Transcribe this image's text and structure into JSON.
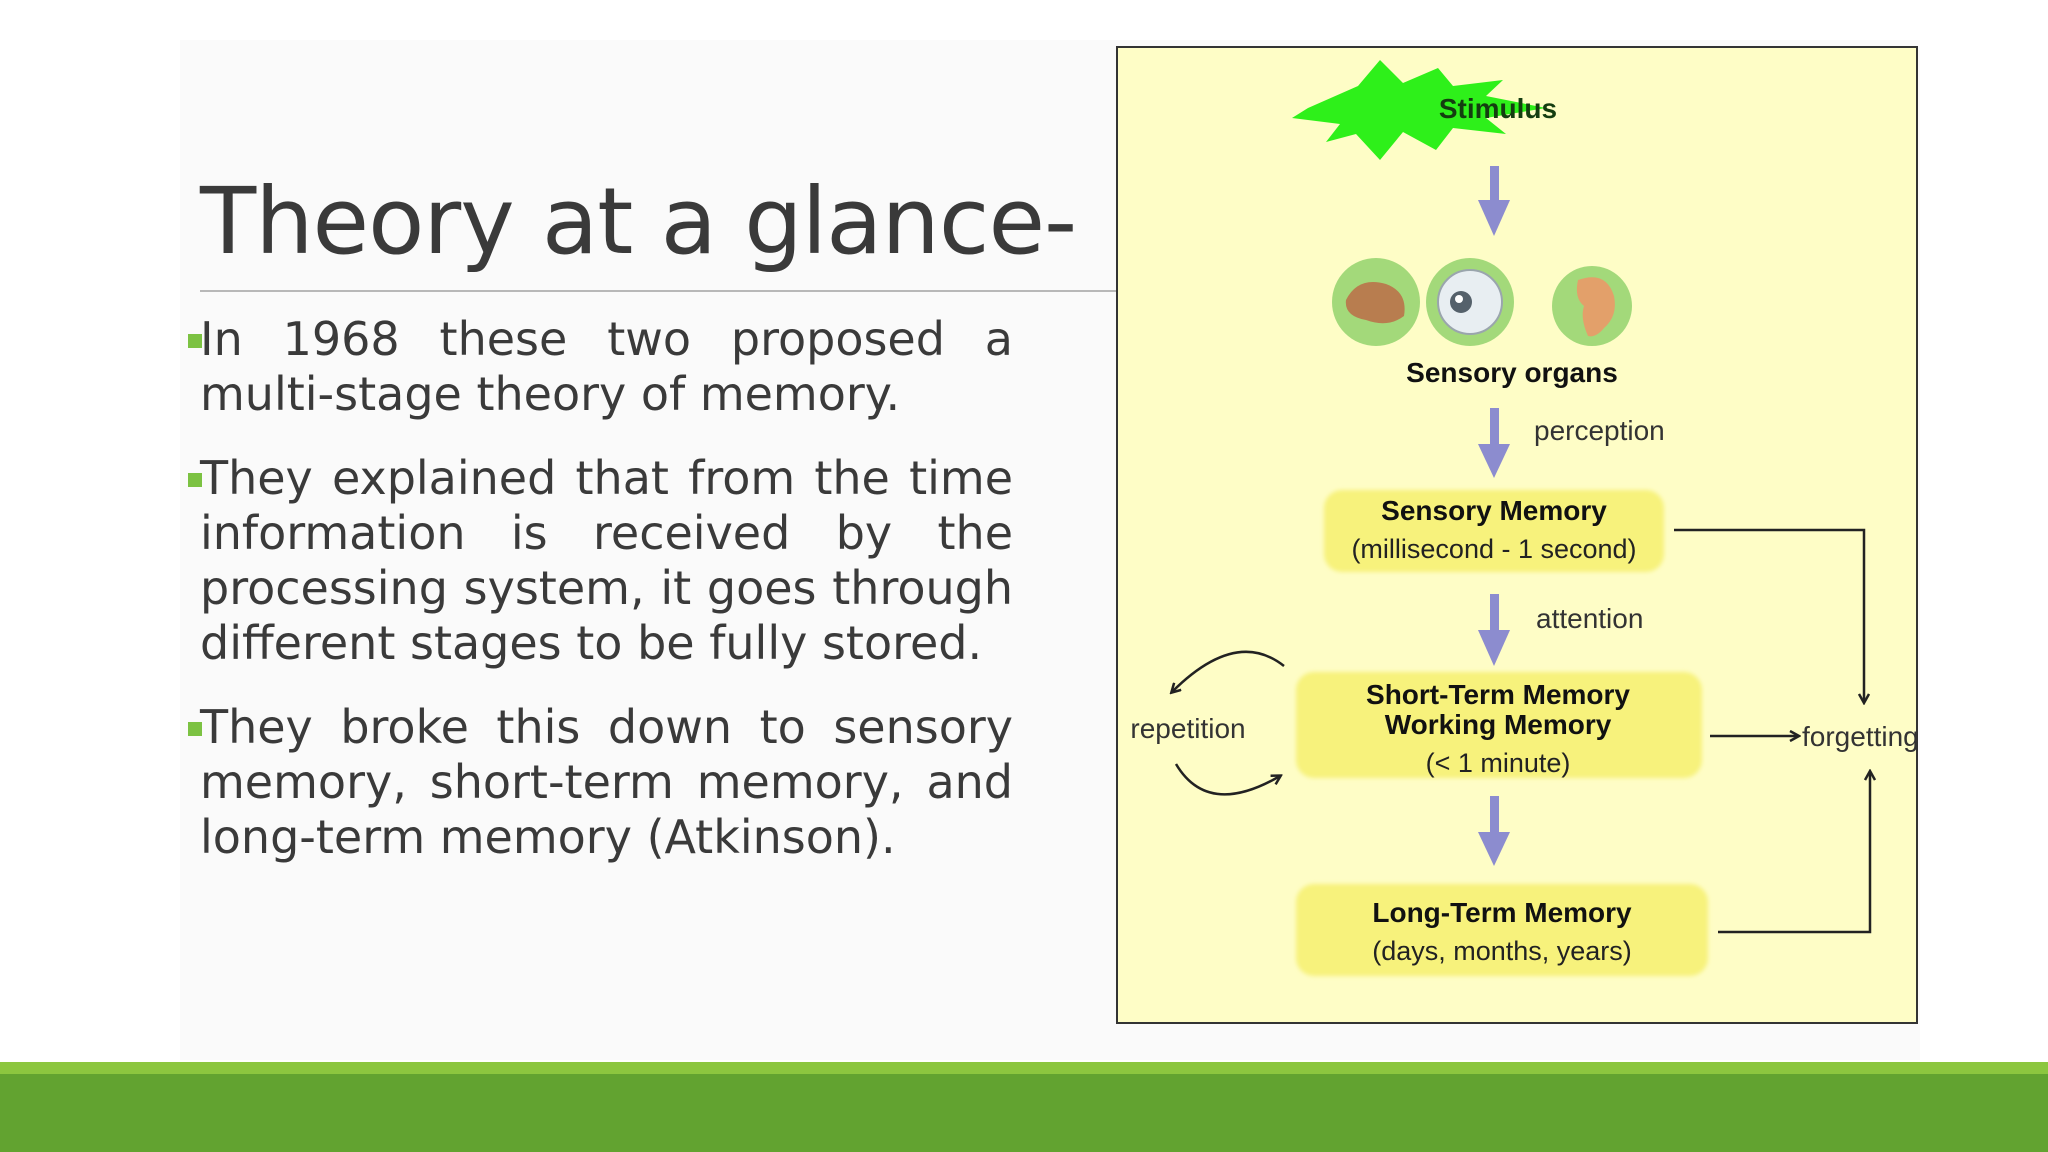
{
  "slide": {
    "title": "Theory at a glance-",
    "bullets": [
      "In 1968 these two proposed a multi-stage theory of memory.",
      "They explained that from the time information is received by the processing system, it goes through different stages to be fully stored.",
      "They broke this down to sensory memory, short-term memory, and long-term memory (Atkinson)."
    ]
  },
  "diagram": {
    "stimulus": "Stimulus",
    "sensory_organs": "Sensory organs",
    "perception": "perception",
    "sensory_memory": {
      "title": "Sensory Memory",
      "duration": "(millisecond - 1 second)"
    },
    "attention": "attention",
    "short_term_memory": {
      "title": "Short-Term Memory",
      "subtitle": "Working Memory",
      "duration": "(< 1 minute)"
    },
    "repetition": "repetition",
    "forgetting": "forgetting",
    "long_term_memory": {
      "title": "Long-Term Memory",
      "duration": "(days, months, years)"
    }
  },
  "colors": {
    "accent_green": "#7cc242",
    "footer_green": "#62a330",
    "diagram_background": "#fefdc6",
    "box_fill": "#f7f27c",
    "stimulus_fill": "#2ef01a",
    "arrow_fill": "#8c8ccf"
  }
}
